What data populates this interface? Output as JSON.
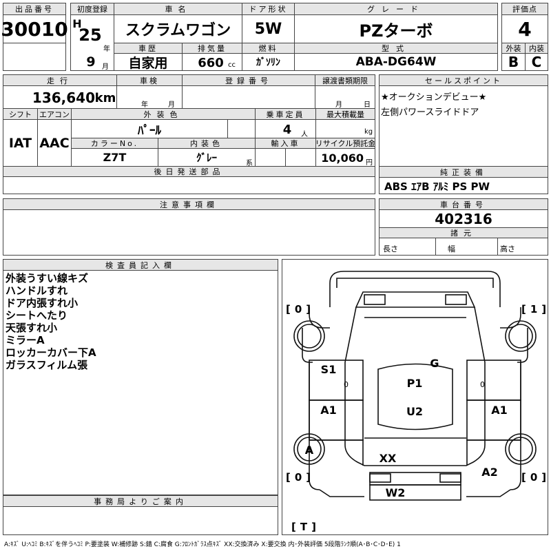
{
  "header": {
    "lot_label": "出品番号",
    "lot": "30010",
    "first_reg_label": "初度登録",
    "era": "H",
    "year": "25",
    "year_unit": "年",
    "month": "9",
    "month_unit": "月",
    "name_label": "車名",
    "name": "スクラムワゴン",
    "door_label": "ドア形状",
    "door": "5W",
    "grade_label": "グレード",
    "grade": "PZターボ",
    "score_label": "評価点",
    "score": "4",
    "history_label": "車歴",
    "history": "自家用",
    "disp_label": "排気量",
    "disp": "660",
    "disp_unit": "cc",
    "fuel_label": "燃料",
    "fuel": "ｶﾞｿﾘﾝ",
    "model_label": "型式",
    "model": "ABA-DG64W",
    "ext_label": "外装",
    "ext": "B",
    "int_label": "内装",
    "int": "C"
  },
  "info": {
    "mileage_label": "走行",
    "mileage": "136,640",
    "mileage_unit": "km",
    "inspection_label": "車検",
    "year_unit": "年",
    "month_unit": "月",
    "reg_label": "登録番号",
    "transfer_label": "譲渡書類期限",
    "day_unit": "日",
    "shift_label": "シフト",
    "shift": "IAT",
    "ac_label": "エアコン",
    "ac": "AAC",
    "color_label": "外装色",
    "color": "ﾊﾟｰﾙ",
    "capacity_label": "乗車定員",
    "capacity": "4",
    "capacity_unit": "人",
    "load_label": "最大積載量",
    "load_unit": "kg",
    "color_no_label": "カラーNo.",
    "color_no": "Z7T",
    "int_color_label": "内装色",
    "int_color": "ｸﾞﾚｰ",
    "int_color_unit": "系",
    "import_label": "輸入車",
    "recycle_label": "リサイクル預託金",
    "recycle": "10,060",
    "recycle_unit": "円",
    "later_label": "後日発送部品",
    "notes_label": "注意事項欄"
  },
  "sales": {
    "label": "セールスポイント",
    "lines": [
      "★オークションデビュー★",
      "左側パワースライドドア"
    ],
    "equip_label": "純正装備",
    "equip": "ABS ｴｱB ｱﾙﾐ PS PW",
    "chassis_label": "車台番号",
    "chassis": "402316",
    "spec_label": "諸元",
    "length_label": "長さ",
    "width_label": "幅",
    "height_label": "高さ"
  },
  "inspector": {
    "label": "検査員記入欄",
    "notes": [
      "外装うすい線キズ",
      "ハンドルすれ",
      "ドア内張すれ小",
      "シートへたり",
      "天張すれ小",
      "ミラーA",
      "ロッカーカバー下A",
      "ガラスフィルム張"
    ]
  },
  "office_label": "事務局よりご案内",
  "diagram": {
    "marks": {
      "s1": "S1",
      "g": "G",
      "p1": "P1",
      "a1_left": "A1",
      "u2": "U2",
      "a1_right": "A1",
      "a": "A",
      "xx": "XX",
      "a2": "A2",
      "w2": "W2",
      "tire_fl": "0",
      "tire_fr": "1",
      "tire_rl": "0",
      "tire_rr": "0",
      "spare": "T",
      "small_left": "0",
      "small_right": "0"
    }
  },
  "legend": "A:ｷｽﾞ U:ﾍｺﾐ B:ｷｽﾞを伴うﾍｺﾐ P:要塗装 W:補修跡 S:錆 C:腐食 G:ﾌﾛﾝﾄｶﾞﾗｽ点ｷｽﾞ XX:交換済み X:要交換 内･外装評価 5段階ﾗﾝｸ順(A･B･C･D･E) 1"
}
